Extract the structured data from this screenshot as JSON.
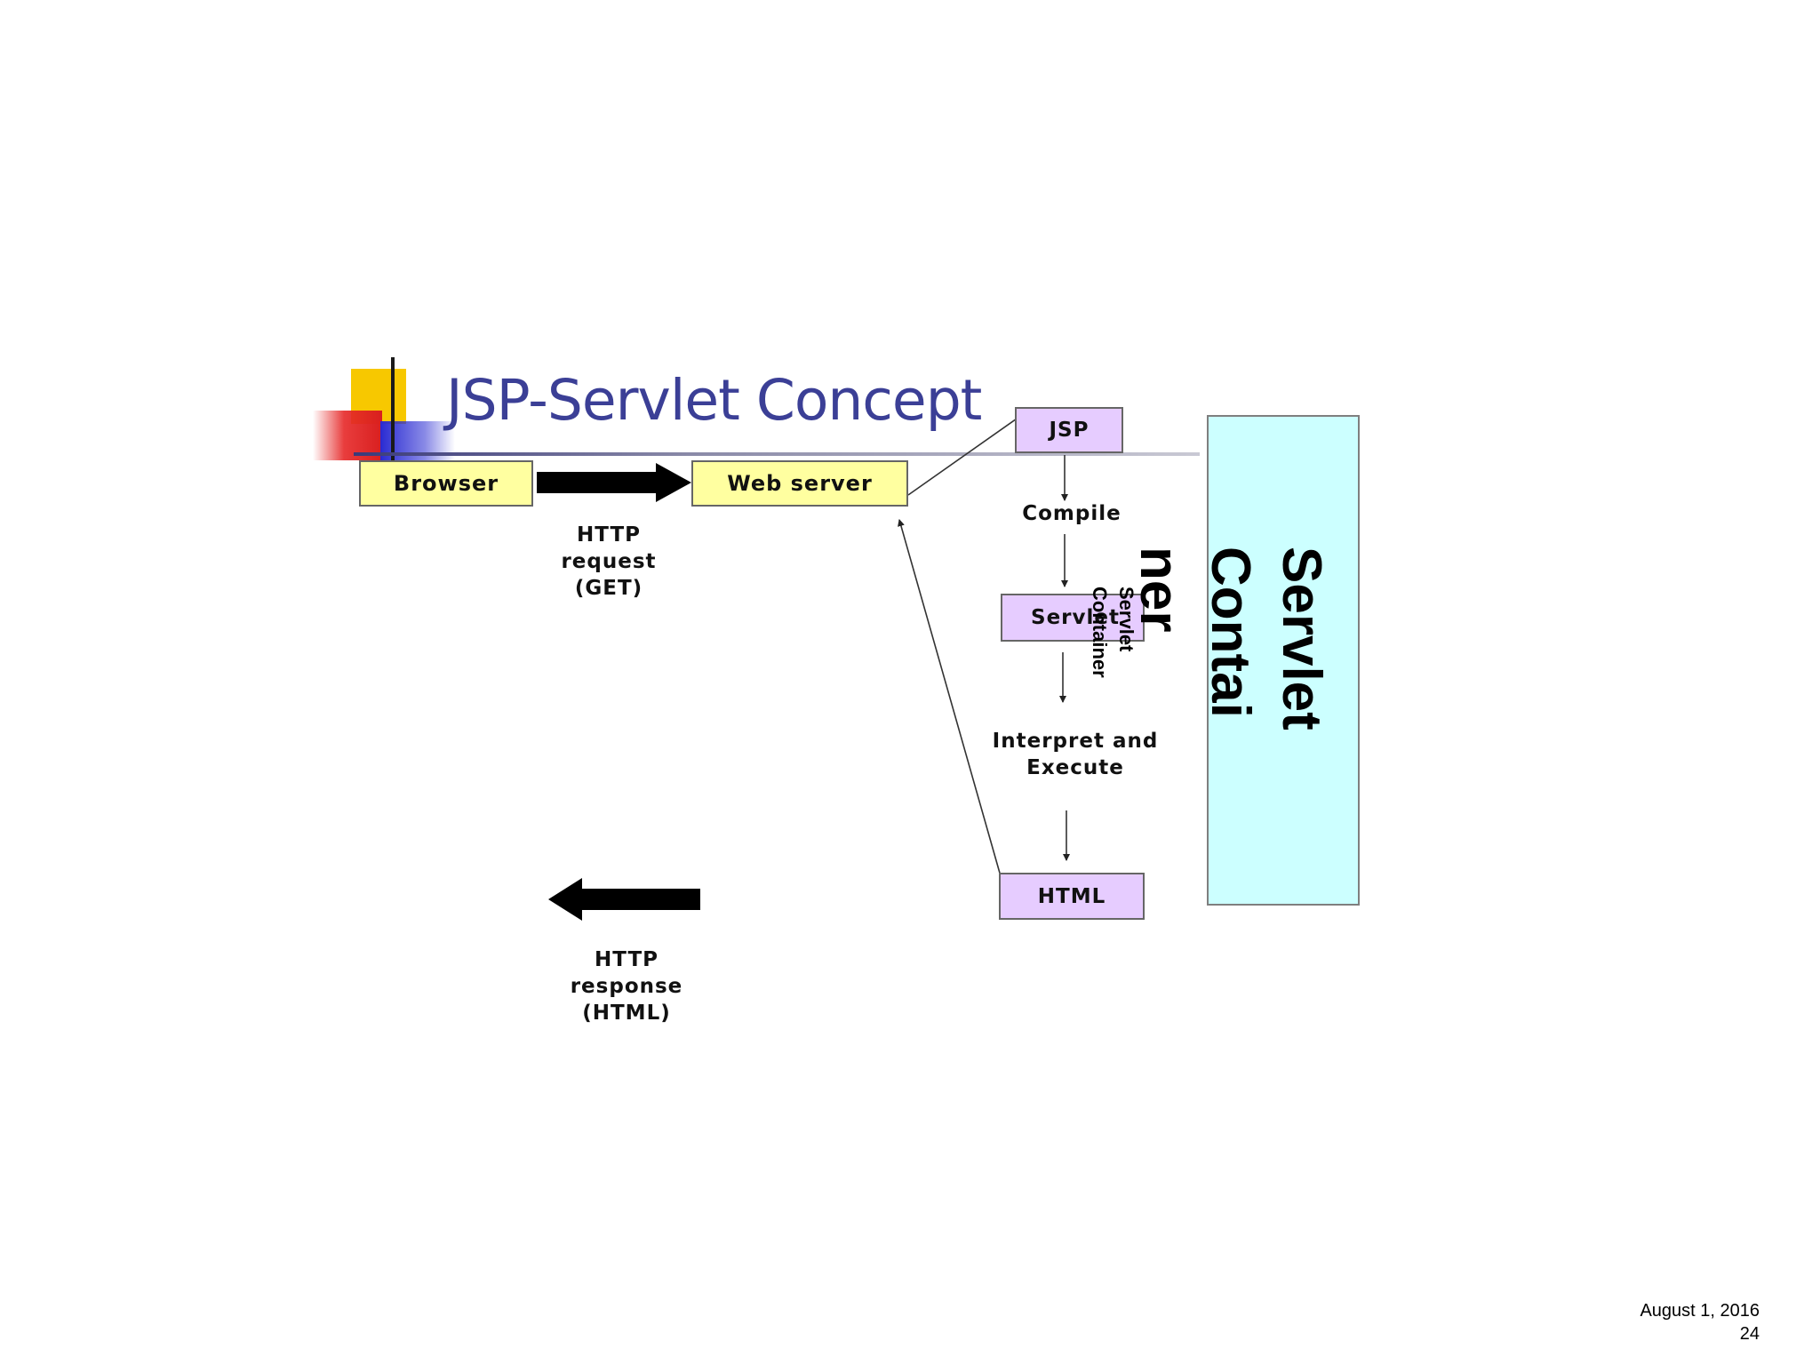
{
  "slide": {
    "title": "JSP-Servlet Concept",
    "footer_date": "August 1, 2016",
    "page_number": "24"
  },
  "diagram": {
    "browser": "Browser",
    "web_server": "Web server",
    "http_request": [
      "HTTP",
      "request",
      "(GET)"
    ],
    "http_response": [
      "HTTP",
      "response",
      "(HTML)"
    ],
    "jsp": "JSP",
    "compile": "Compile",
    "servlet": "Servlet",
    "interpret_execute": [
      "Interpret and",
      "Execute"
    ],
    "html": "HTML",
    "servlet_container_small": [
      "Servlet",
      "Container"
    ],
    "servlet_container_big": [
      "Servlet",
      "Contai",
      "ner"
    ]
  },
  "colors": {
    "title": "#3b3f96",
    "yellow_box": "#ffffa0",
    "purple_box": "#e6ccff",
    "container_box": "#ccffff"
  }
}
